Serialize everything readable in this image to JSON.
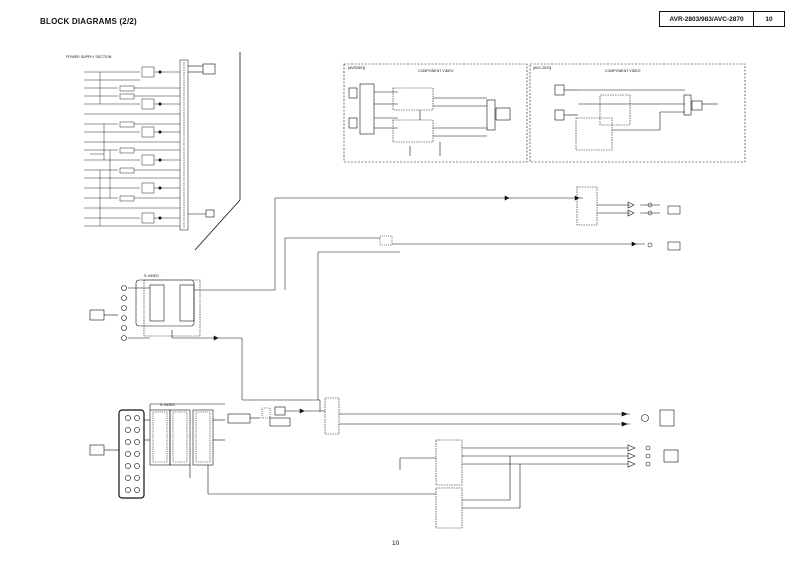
{
  "header": {
    "title": "BLOCK DIAGRAMS (2/2)",
    "model": "AVR-2803/983/AVC-2870",
    "page": "10"
  },
  "footer": {
    "page": "10"
  },
  "panels": {
    "power_supply": "POWER SUPPLY SECTION",
    "component_left_tag": "[AVR2803]",
    "component_left_title": "COMPONENT VIDEO",
    "component_right_tag": "[AVC-2870]",
    "component_right_title": "COMPONENT VIDEO",
    "svideo_top": "S-VIDEO",
    "svideo_bottom": "S-VIDEO"
  }
}
